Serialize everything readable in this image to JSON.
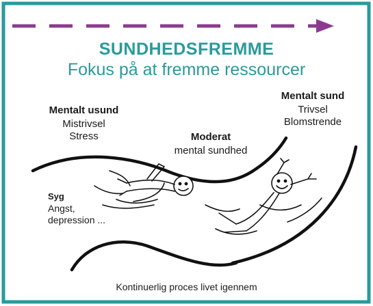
{
  "title": "SUNDHEDSFREMME",
  "subtitle": "Fokus på at fremme ressourcer",
  "colors": {
    "teal": "#2a9a9c",
    "arrow": "#8b3a8f",
    "ink": "#1a1a1a"
  },
  "labels": {
    "mentalt_usund": {
      "heading": "Mentalt usund",
      "line1": "Mistrivsel",
      "line2": "Stress"
    },
    "moderat": {
      "heading": "Moderat",
      "line1": "mental sundhed"
    },
    "mentalt_sund": {
      "heading": "Mentalt sund",
      "line1": "Trivsel",
      "line2": "Blomstrende"
    },
    "syg": {
      "heading": "Syg",
      "line1": "Angst,",
      "line2": "depression ..."
    }
  },
  "footer": "Kontinuerlig proces livet igennem"
}
